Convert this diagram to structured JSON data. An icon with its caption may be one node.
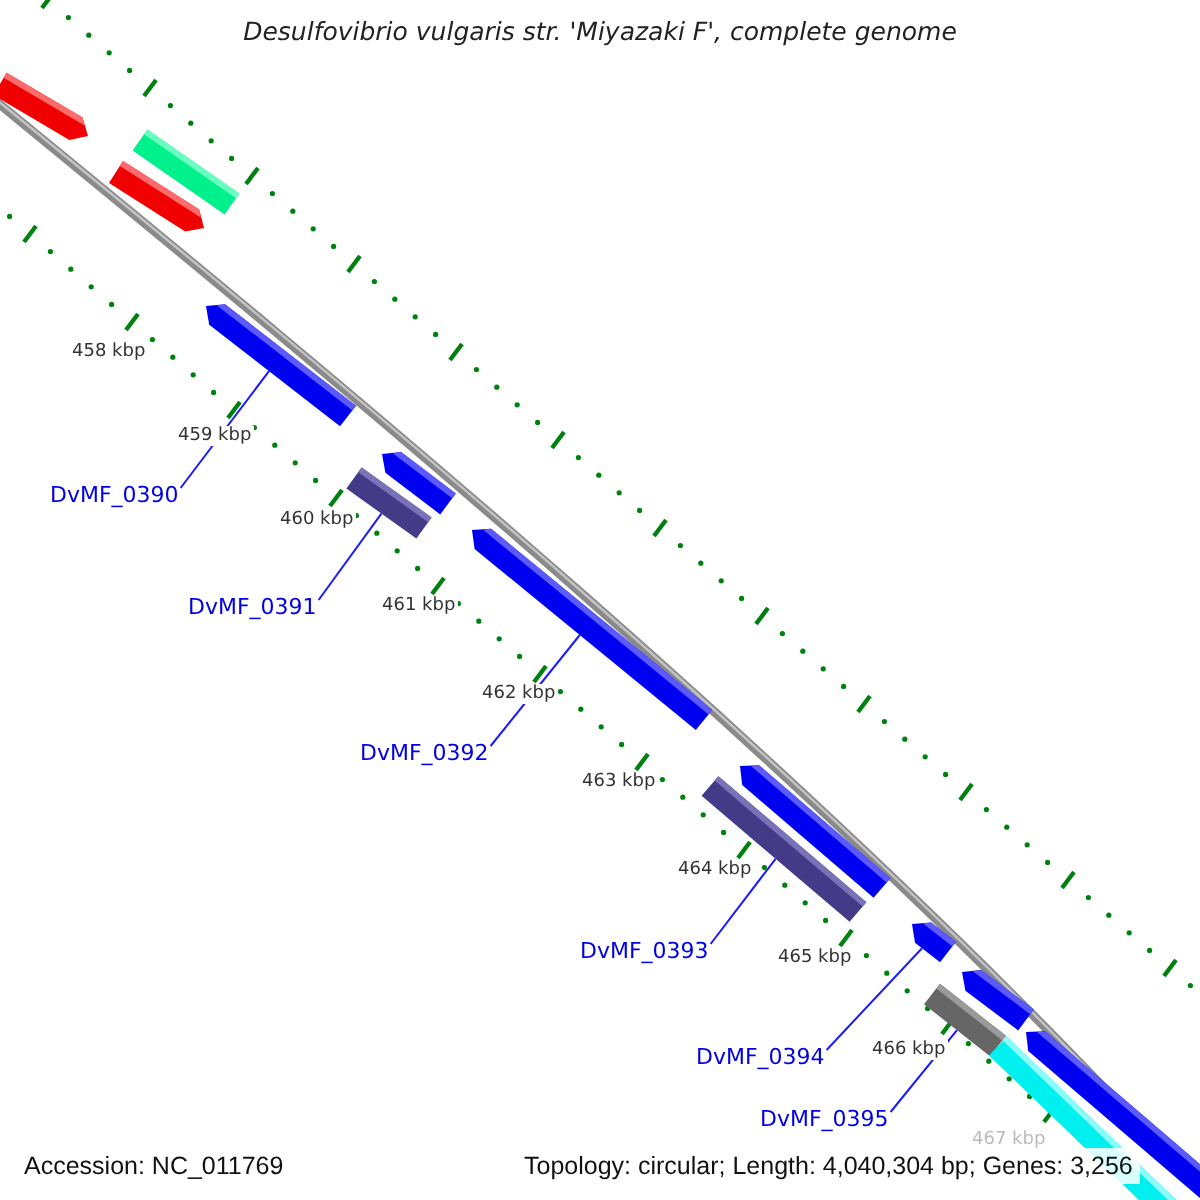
{
  "diagram": {
    "title": "Desulfovibrio vulgaris str. 'Miyazaki F', complete genome",
    "nodes": [
      {
        "text": [],
        "shape": "bar"
      },
      {
        "text": [],
        "shape": "bar"
      },
      {
        "text": [],
        "shape": "bar"
      },
      {
        "text": [],
        "shape": "bar"
      },
      {
        "text": [],
        "shape": "bar"
      },
      {
        "text": [],
        "shape": "bar"
      },
      {
        "text": [],
        "shape": "bar"
      },
      {
        "text": [],
        "shape": "bar"
      },
      {
        "text": [],
        "shape": "bar"
      },
      {
        "text": [],
        "shape": "bar"
      },
      {
        "text": [],
        "shape": "bar"
      },
      {
        "text": [],
        "shape": "bar"
      },
      {
        "text": [],
        "shape": "bar"
      },
      {
        "text": [],
        "shape": "bar"
      },
      {
        "text": [
          "DvMF_0390"
        ]
      },
      {
        "text": [
          "DvMF_0391"
        ]
      },
      {
        "text": [
          "DvMF_0392"
        ]
      },
      {
        "text": [
          "DvMF_0393"
        ]
      },
      {
        "text": [
          "DvMF_0394"
        ]
      },
      {
        "text": [
          "DvMF_0395"
        ]
      }
    ],
    "edges": [
      {
        "from": 14,
        "to": 3,
        "arrow": "none"
      },
      {
        "from": 15,
        "to": 5,
        "arrow": "none"
      },
      {
        "from": 16,
        "to": 6,
        "arrow": "none"
      },
      {
        "from": 17,
        "to": 8,
        "arrow": "none"
      },
      {
        "from": 18,
        "to": 9,
        "arrow": "none"
      },
      {
        "from": 19,
        "to": 11,
        "arrow": "none"
      }
    ],
    "labels": [
      "458 kbp",
      "459 kbp",
      "460 kbp",
      "461 kbp",
      "462 kbp",
      "463 kbp",
      "464 kbp",
      "465 kbp",
      "466 kbp",
      "467 kbp",
      "Accession: NC_011769",
      "Topology: circular; Length: 4,040,304 bp; Genes: 3,256"
    ]
  }
}
